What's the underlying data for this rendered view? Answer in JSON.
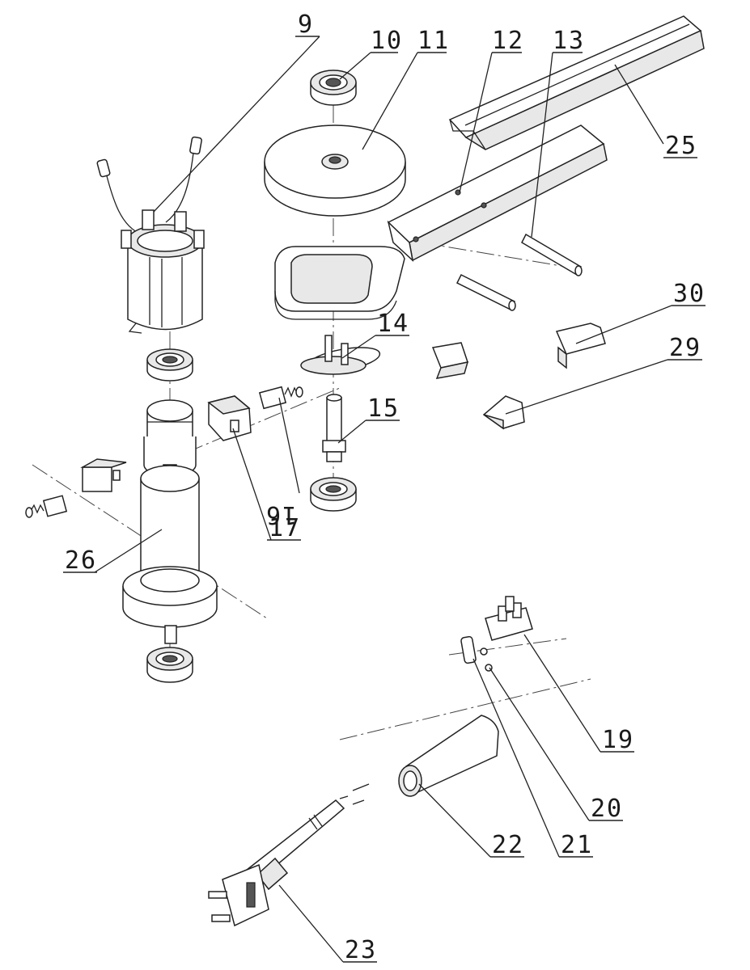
{
  "callouts": {
    "c9": "9",
    "c10": "10",
    "c11": "11",
    "c12": "12",
    "c13": "13",
    "c14": "14",
    "c15": "15",
    "c16": "16",
    "c17": "17",
    "c19": "19",
    "c20": "20",
    "c21": "21",
    "c22": "22",
    "c23": "23",
    "c25": "25",
    "c26": "26",
    "c29": "29",
    "c30": "30"
  }
}
